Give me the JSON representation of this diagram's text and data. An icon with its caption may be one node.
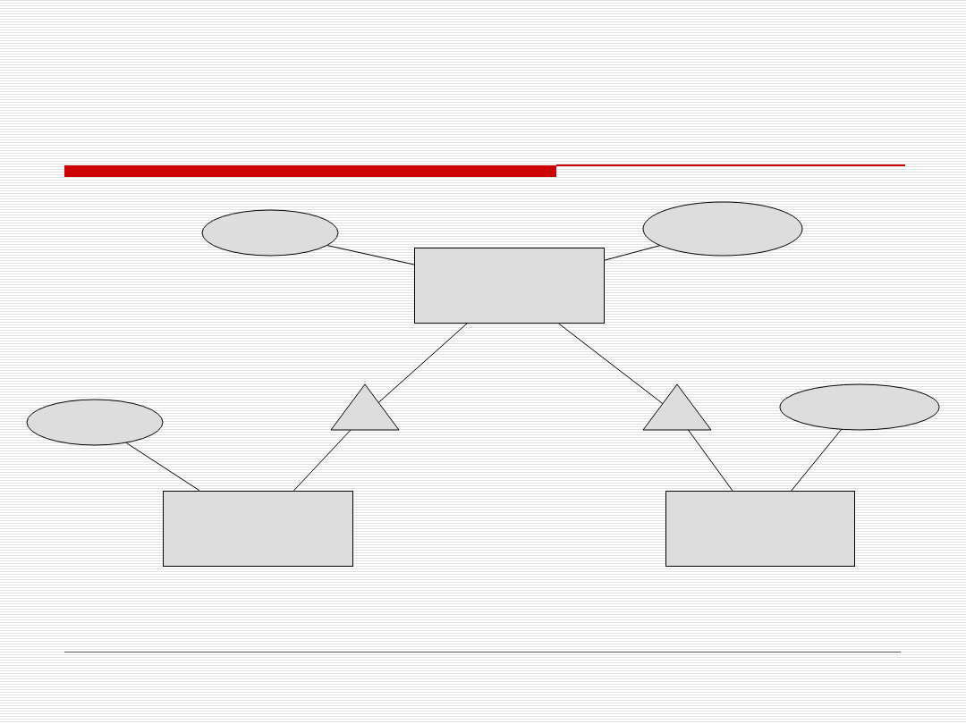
{
  "diagram": {
    "nodes": [
      {
        "text": [],
        "shape": "ellipse"
      },
      {
        "text": [],
        "shape": "ellipse"
      },
      {
        "text": [],
        "shape": "box"
      },
      {
        "text": [],
        "shape": "triangle"
      },
      {
        "text": [],
        "shape": "triangle"
      },
      {
        "text": [],
        "shape": "ellipse"
      },
      {
        "text": [],
        "shape": "ellipse"
      },
      {
        "text": [],
        "shape": "box"
      },
      {
        "text": [],
        "shape": "box"
      }
    ],
    "edges": [
      {
        "from": 0,
        "to": 2,
        "arrow": "none"
      },
      {
        "from": 1,
        "to": 2,
        "arrow": "none"
      },
      {
        "from": 2,
        "to": 3,
        "arrow": "none"
      },
      {
        "from": 2,
        "to": 4,
        "arrow": "none"
      },
      {
        "from": 3,
        "to": 7,
        "arrow": "none"
      },
      {
        "from": 4,
        "to": 8,
        "arrow": "none"
      },
      {
        "from": 5,
        "to": 7,
        "arrow": "none"
      },
      {
        "from": 6,
        "to": 8,
        "arrow": "none"
      }
    ]
  }
}
